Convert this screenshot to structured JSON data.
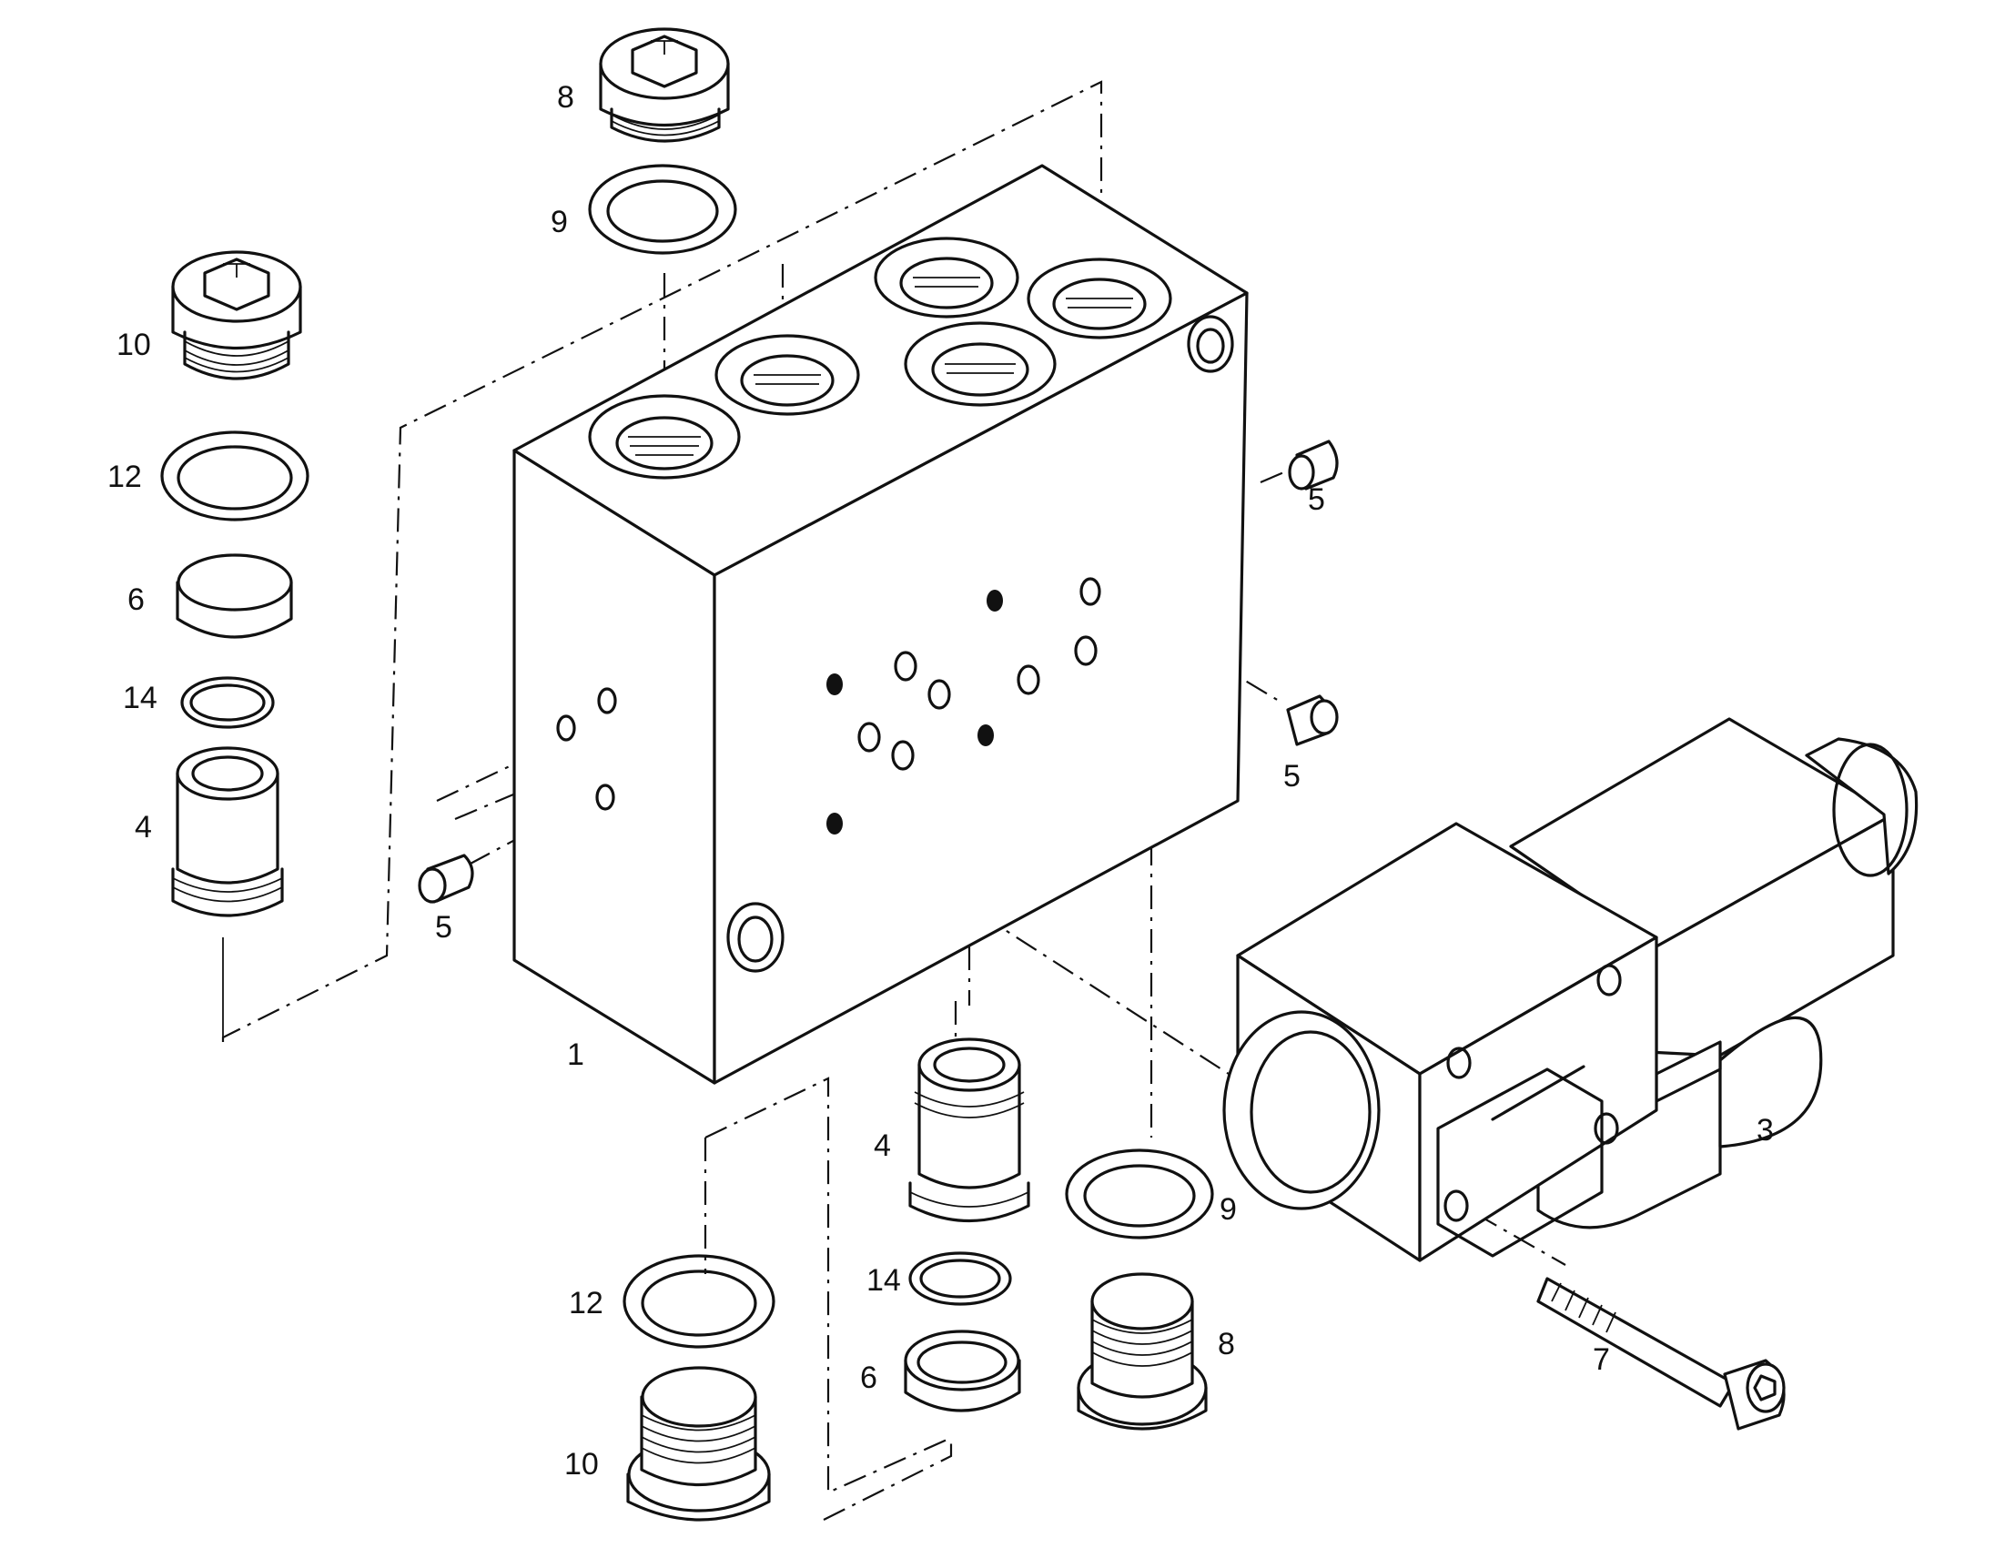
{
  "diagram": {
    "type": "exploded-parts-view",
    "callouts": [
      {
        "id": "c8-top",
        "text": "8"
      },
      {
        "id": "c9-top",
        "text": "9"
      },
      {
        "id": "c10-left",
        "text": "10"
      },
      {
        "id": "c12-left",
        "text": "12"
      },
      {
        "id": "c6-left",
        "text": "6"
      },
      {
        "id": "c14-left",
        "text": "14"
      },
      {
        "id": "c4-left",
        "text": "4"
      },
      {
        "id": "c5-left",
        "text": "5"
      },
      {
        "id": "c1",
        "text": "1"
      },
      {
        "id": "c5-right-top",
        "text": "5"
      },
      {
        "id": "c5-right-mid",
        "text": "5"
      },
      {
        "id": "c3",
        "text": "3"
      },
      {
        "id": "c4-bottom",
        "text": "4"
      },
      {
        "id": "c9-bottom",
        "text": "9"
      },
      {
        "id": "c12-bottom",
        "text": "12"
      },
      {
        "id": "c14-bottom",
        "text": "14"
      },
      {
        "id": "c8-bottom",
        "text": "8"
      },
      {
        "id": "c6-bottom",
        "text": "6"
      },
      {
        "id": "c7",
        "text": "7"
      },
      {
        "id": "c10-bottom",
        "text": "10"
      }
    ]
  }
}
